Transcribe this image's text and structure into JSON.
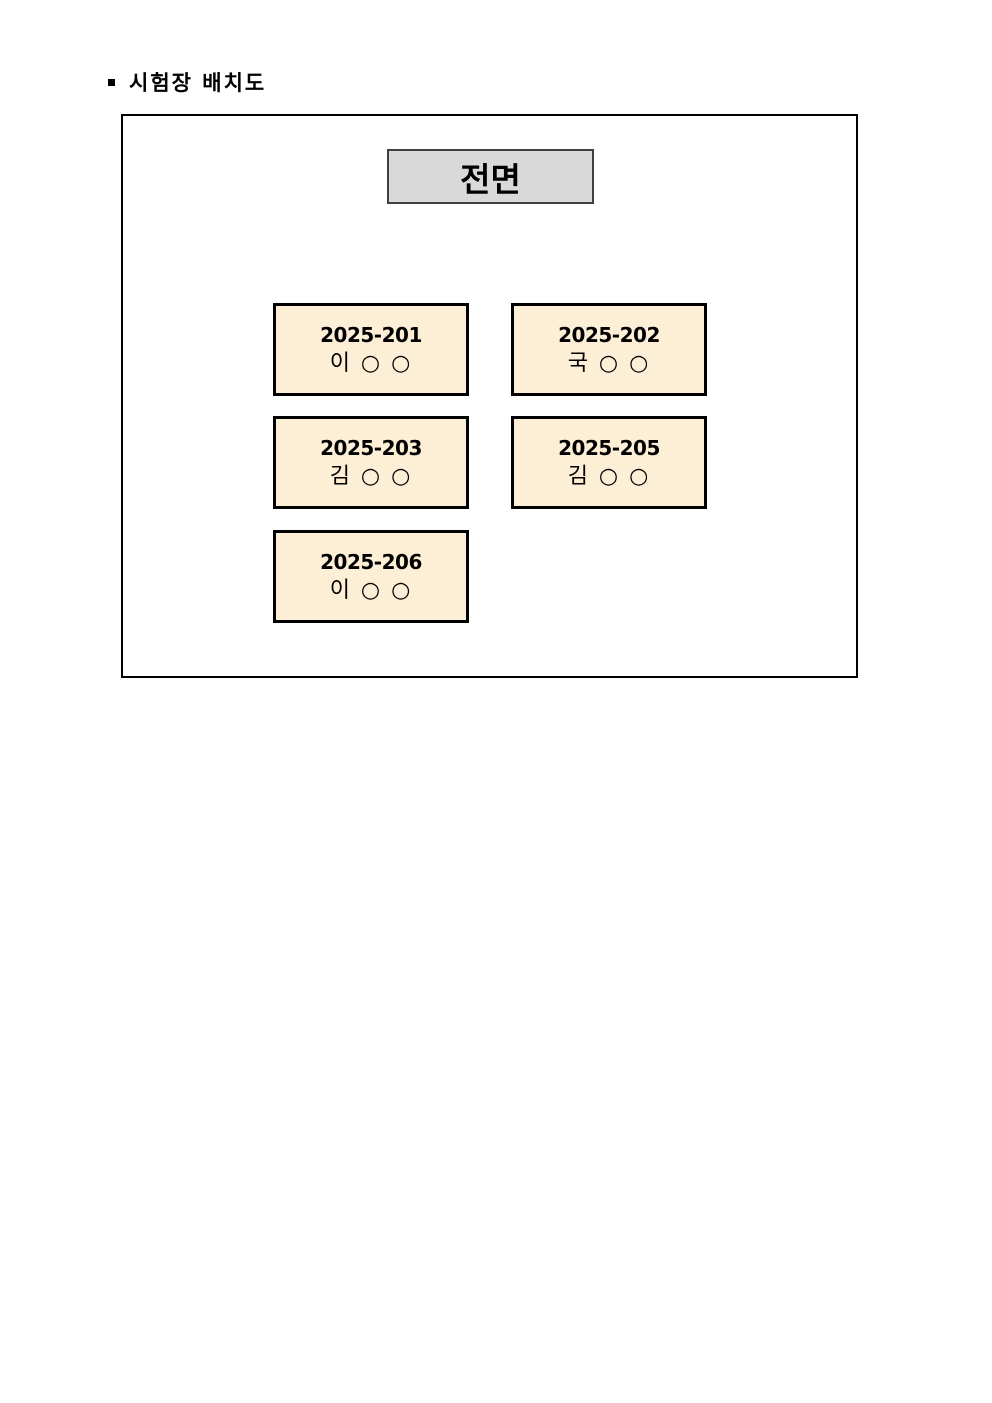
{
  "heading": {
    "bullet": "■",
    "title": "시험장 배치도"
  },
  "front_label": "전면",
  "seats": [
    {
      "id": "2025-201",
      "name": "이 ○ ○"
    },
    {
      "id": "2025-202",
      "name": "국 ○ ○"
    },
    {
      "id": "2025-203",
      "name": "김 ○ ○"
    },
    {
      "id": "2025-205",
      "name": "김 ○ ○"
    },
    {
      "id": "2025-206",
      "name": "이 ○ ○"
    }
  ]
}
